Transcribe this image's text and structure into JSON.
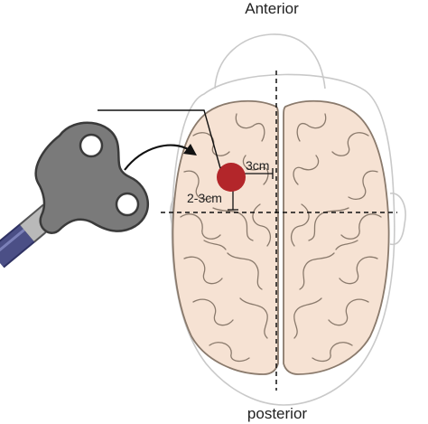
{
  "figure": {
    "labels": {
      "anterior": "Anterior",
      "posterior": "posterior",
      "distance_midline": "3cm",
      "distance_coronal": "2-3cm"
    },
    "colors": {
      "brain_fill": "#f6e2d3",
      "brain_outline": "#8a7a6c",
      "head_outline": "#c9c9c9",
      "target_spot": "#b3262a",
      "coil_body": "#7a7a7a",
      "coil_rim": "#3a3a3a",
      "handle": "#4b4f86",
      "handle_collar": "#b9b9b9"
    },
    "icons": {
      "coil": "figure-eight-tms-coil",
      "arrow": "curved-arrow-right"
    }
  }
}
